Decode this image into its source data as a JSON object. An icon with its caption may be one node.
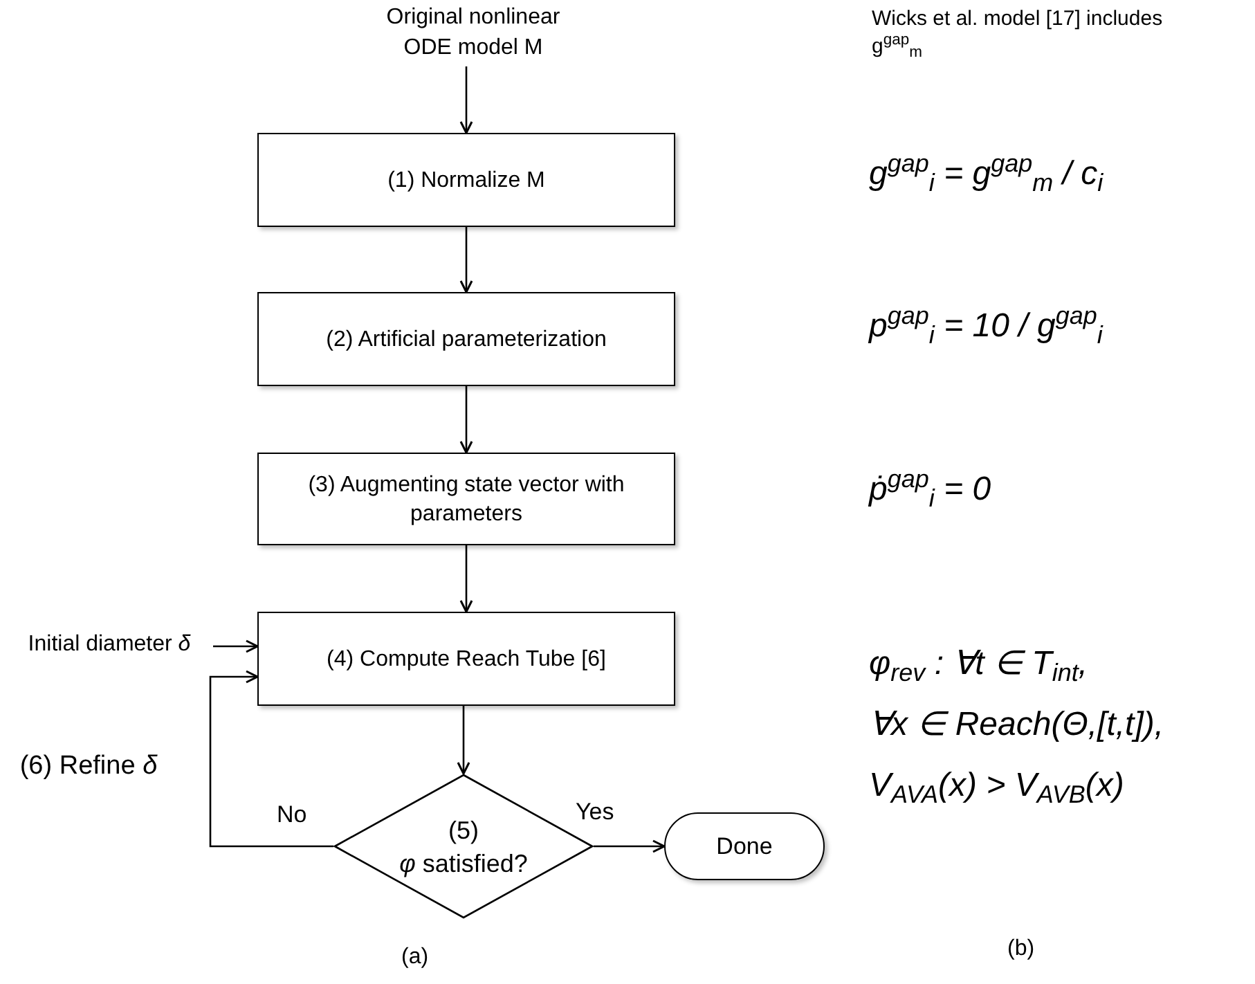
{
  "diagram": {
    "nodes": [
      {
        "text": [
          "Original nonlinear ODE model M"
        ]
      },
      {
        "text": [
          "(1) Normalize M"
        ]
      },
      {
        "text": [
          "(2) Artificial parameterization"
        ]
      },
      {
        "text": [
          "(3) Augmenting state vector with parameters"
        ]
      },
      {
        "text": [
          "(4) Compute Reach Tube [6]"
        ]
      },
      {
        "text": [
          "(5)",
          "*φ* satisfied?"
        ]
      },
      {
        "text": [
          "Done"
        ]
      },
      {
        "text": [
          "Initial diameter *δ*"
        ]
      }
    ],
    "edges": [
      {
        "from": 0,
        "to": 1,
        "arrow": "to"
      },
      {
        "from": 1,
        "to": 2,
        "arrow": "to"
      },
      {
        "from": 2,
        "to": 3,
        "arrow": "to"
      },
      {
        "from": 3,
        "to": 4,
        "arrow": "to"
      },
      {
        "from": 4,
        "to": 5,
        "arrow": "to"
      },
      {
        "from": 5,
        "to": 6,
        "arrow": "to",
        "label": "Yes"
      },
      {
        "from": 5,
        "to": 4,
        "arrow": "to",
        "label": "No"
      },
      {
        "from": 7,
        "to": 4,
        "arrow": "to"
      }
    ],
    "labels": [
      "Wicks et al. model [17] includes g$^{gap}$$_{m}$",
      "g$^{gap}$$_{i}$ = g$^{gap}$$_{m}$ / c$_{i}$",
      "p$^{gap}$$_{i}$ = 10 / g$^{gap}$$_{i}$",
      "ṗ$^{gap}$$_{i}$ = 0",
      "(6) Refine *δ*",
      "φ$_{rev}$ : ∀t ∈ T$_{int}$,",
      "∀x ∈ Reach(Θ,[t,t]),",
      "V$_{AVA}$(x) > V$_{AVB}$(x)",
      "(a)",
      "(b)"
    ]
  }
}
